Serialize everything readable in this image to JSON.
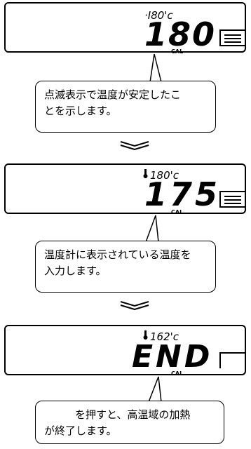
{
  "panel1": {
    "top_readout": "·I80'c",
    "main_digits": "180",
    "sub_label": "CAL",
    "key_icon": "menu-key-icon"
  },
  "callout1": {
    "line1": "点滅表示で温度が安定したこ",
    "line2": "とを示します。"
  },
  "panel2": {
    "top_readout": "180'c",
    "main_digits": "175",
    "sub_label": "CAL",
    "key_icon": "menu-key-icon"
  },
  "callout2": {
    "line1": "温度計に表示されている温度を",
    "line2": "入力します。"
  },
  "panel3": {
    "top_readout": "162'c",
    "main_digits": "END",
    "sub_label": "CAL",
    "key_icon": "blank-key-icon"
  },
  "callout3": {
    "line1": "を押すと、高温域の加熱",
    "line2": "が終了します。"
  },
  "arrows": {
    "icon": "double-chevron-down-icon"
  }
}
